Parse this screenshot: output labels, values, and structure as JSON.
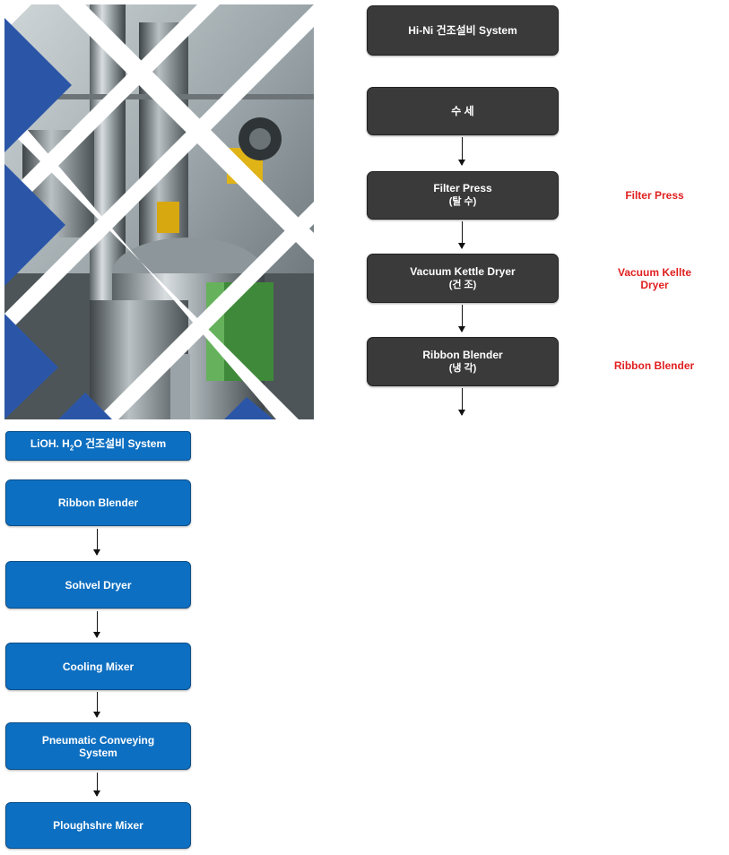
{
  "photo": {
    "description_icon": "industrial-equipment-photo"
  },
  "hini": {
    "title": "Hi-Ni 건조설비 System",
    "steps": [
      {
        "label": "수   세",
        "sub": ""
      },
      {
        "label": "Filter Press",
        "sub": "(탈   수)"
      },
      {
        "label": "Vacuum Kettle Dryer",
        "sub": "(건   조)"
      },
      {
        "label": "Ribbon Blender",
        "sub": "(냉   각)"
      }
    ],
    "side_labels": [
      "Filter Press",
      "Vacuum Kellte",
      "Dryer",
      "Ribbon Blender"
    ]
  },
  "lioh": {
    "title_pre": "LiOH. H",
    "title_sub": "2",
    "title_post": "O 건조설비 System",
    "steps": [
      "Ribbon Blender",
      "Sohvel Dryer",
      "Cooling Mixer",
      "Pneumatic Conveying",
      "System",
      "Ploughshre Mixer"
    ]
  },
  "colors": {
    "dark_box": "#3a3a3a",
    "blue_box": "#0d6fc1",
    "red_label": "#e02020"
  }
}
